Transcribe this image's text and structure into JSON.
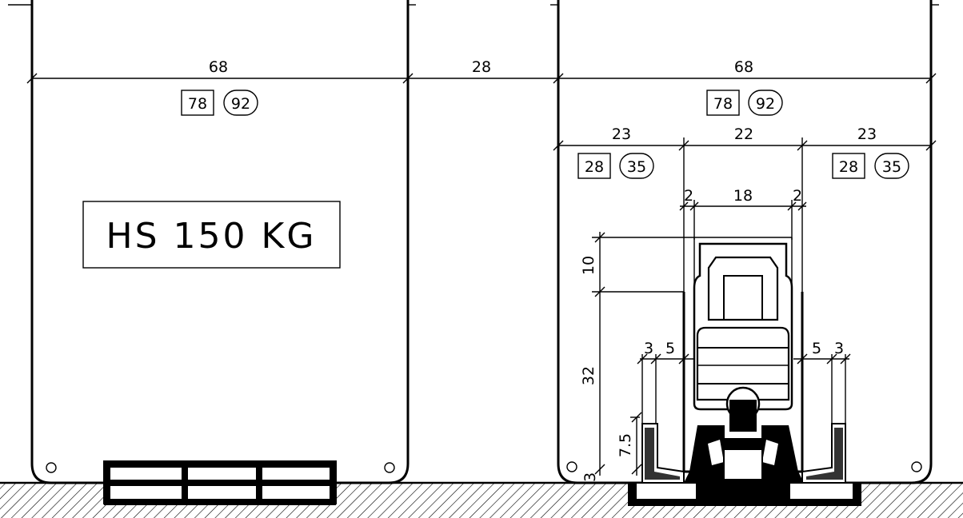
{
  "left_panel": {
    "width_dim": "68",
    "box_code": "78",
    "oval_code": "92",
    "label": "HS 150 KG"
  },
  "gap_dim": "28",
  "right_panel": {
    "width_dim": "68",
    "box_code": "78",
    "oval_code": "92",
    "left_dim": "23",
    "center_dim": "22",
    "right_dim": "23",
    "left_box_code": "28",
    "left_oval_code": "35",
    "right_box_code": "28",
    "right_oval_code": "35",
    "small_left_dim": "2",
    "inner_dim": "18",
    "small_right_dim": "2",
    "height_top_dim": "10",
    "height_main_dim": "32",
    "left_gap_dim_a": "3",
    "left_gap_dim_b": "5",
    "right_gap_dim_a": "5",
    "right_gap_dim_b": "3",
    "seal_height_dim": "7.5",
    "base_dim": "3"
  }
}
